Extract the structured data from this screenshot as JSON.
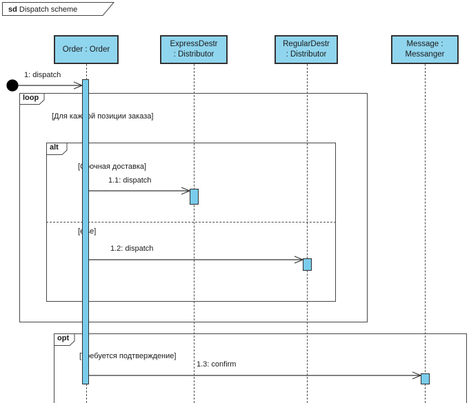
{
  "diagram": {
    "tag_keyword": "sd",
    "tag_title": " Dispatch scheme"
  },
  "lifelines": [
    {
      "id": "order",
      "line1": "Order : Order",
      "line2": ""
    },
    {
      "id": "expressdestr",
      "line1": "ExpressDestr",
      "line2": ": Distributor"
    },
    {
      "id": "regulardestr",
      "line1": "RegularDestr",
      "line2": ": Distributor"
    },
    {
      "id": "message",
      "line1": "Message :",
      "line2": "Messanger"
    }
  ],
  "fragments": [
    {
      "operator": "loop",
      "guard": "[Для каждой позиции заказа]"
    },
    {
      "operator": "alt",
      "guard1": "[Срочная доставка]",
      "guard2": "[else]"
    },
    {
      "operator": "opt",
      "guard": "[Требуется подтверждение]"
    }
  ],
  "messages": [
    {
      "label": "1: dispatch"
    },
    {
      "label": "1.1: dispatch"
    },
    {
      "label": "1.2: dispatch"
    },
    {
      "label": "1.3: confirm"
    }
  ],
  "colors": {
    "header_fill": "#90d5ee",
    "activation_fill": "#7accec",
    "border": "#333333",
    "frame_border": "#454545",
    "lifeline": "#4a4a4a",
    "text": "#1a1a1a"
  }
}
